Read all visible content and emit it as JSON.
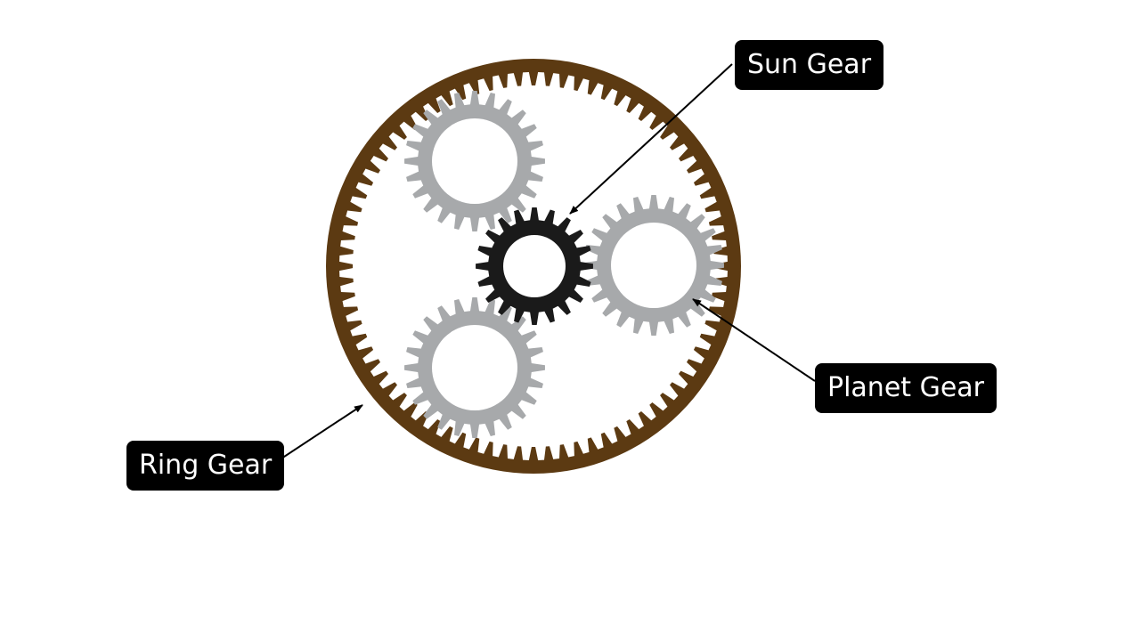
{
  "labels": {
    "sun": "Sun Gear",
    "planet": "Planet Gear",
    "ring": "Ring Gear"
  },
  "colors": {
    "ring": "#5c3a12",
    "planet": "#a7a9ab",
    "sun": "#1a1a1a",
    "arrow": "#000000",
    "background": "#ffffff"
  },
  "gears": {
    "ring_teeth": 80,
    "planet_teeth": 24,
    "sun_teeth": 20,
    "planet_count": 3
  }
}
